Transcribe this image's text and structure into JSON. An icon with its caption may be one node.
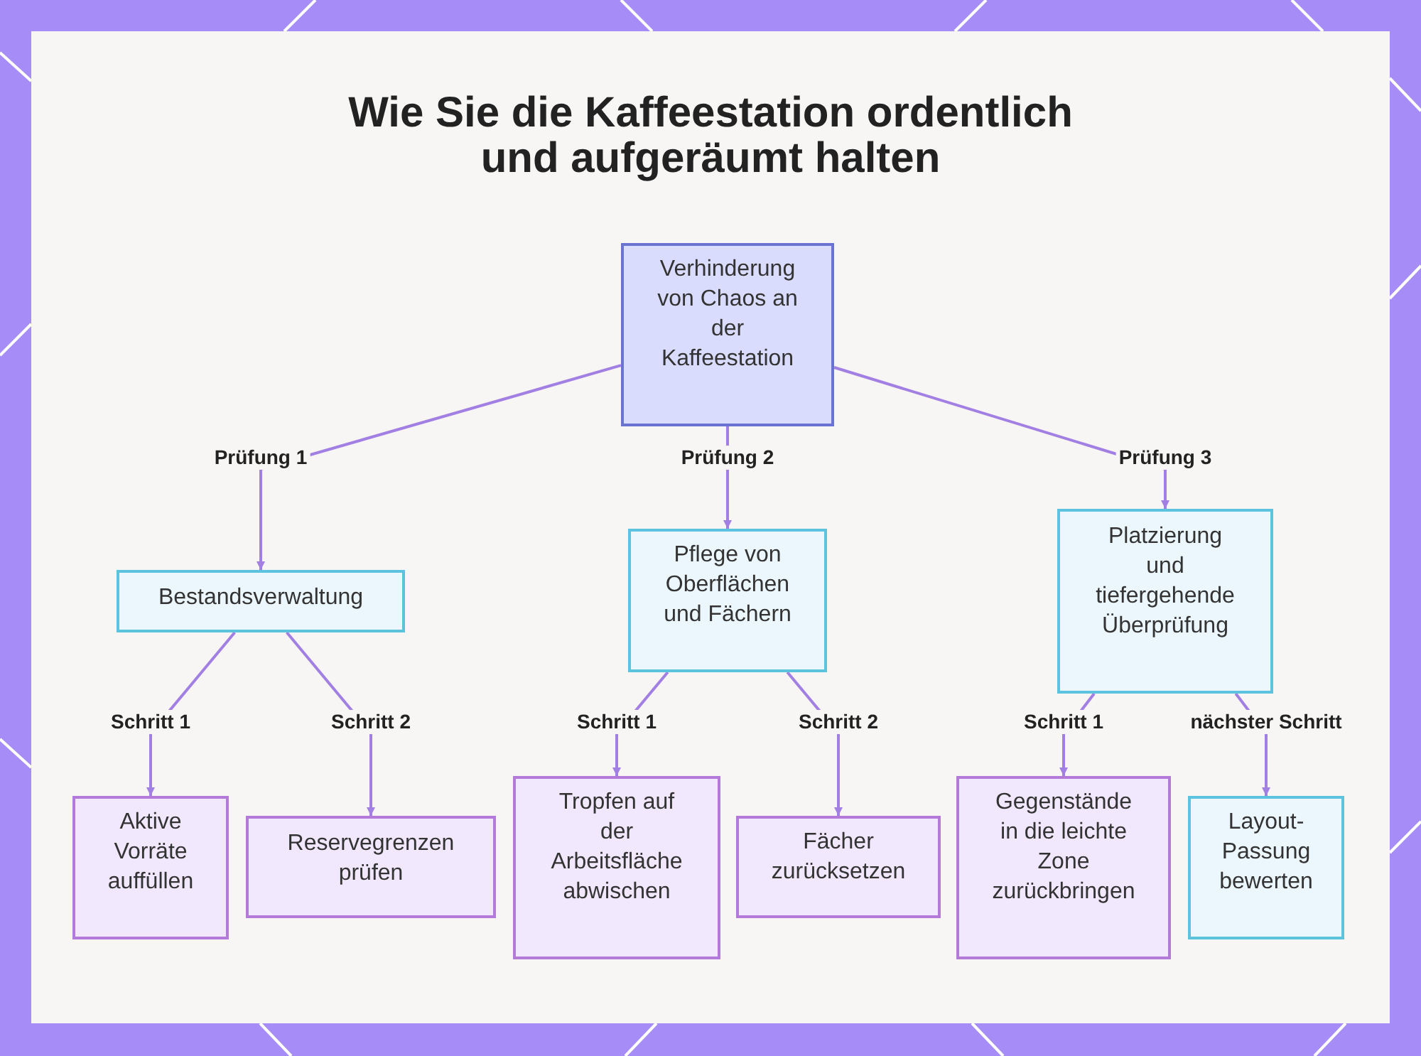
{
  "diagram": {
    "title": "Wie Sie die Kaffeestation ordentlich und aufgeräumt halten",
    "nodes": [
      {
        "text": [
          "Verhinderung von Chaos an der Kaffeestation"
        ]
      },
      {
        "text": [
          "Bestandsverwaltung"
        ]
      },
      {
        "text": [
          "Pflege von Oberflächen und Fächern"
        ]
      },
      {
        "text": [
          "Platzierung und tiefergehende Überprüfung"
        ]
      },
      {
        "text": [
          "Aktive Vorräte auffüllen"
        ]
      },
      {
        "text": [
          "Reservegrenzen prüfen"
        ]
      },
      {
        "text": [
          "Tropfen auf der Arbeitsfläche abwischen"
        ]
      },
      {
        "text": [
          "Fächer zurücksetzen"
        ]
      },
      {
        "text": [
          "Gegenstände in die leichte Zone zurückbringen"
        ]
      },
      {
        "text": [
          "Layout-Passung bewerten"
        ]
      }
    ],
    "edges": [
      {
        "from": 0,
        "to": 1,
        "arrow": "to",
        "label": "Prüfung 1"
      },
      {
        "from": 0,
        "to": 2,
        "arrow": "to",
        "label": "Prüfung 2"
      },
      {
        "from": 0,
        "to": 3,
        "arrow": "to",
        "label": "Prüfung 3"
      },
      {
        "from": 1,
        "to": 4,
        "arrow": "to",
        "label": "Schritt 1"
      },
      {
        "from": 1,
        "to": 5,
        "arrow": "to",
        "label": "Schritt 2"
      },
      {
        "from": 2,
        "to": 6,
        "arrow": "to",
        "label": "Schritt 1"
      },
      {
        "from": 2,
        "to": 7,
        "arrow": "to",
        "label": "Schritt 2"
      },
      {
        "from": 3,
        "to": 8,
        "arrow": "to",
        "label": "Schritt 1"
      },
      {
        "from": 3,
        "to": 9,
        "arrow": "to",
        "label": "nächster Schritt"
      }
    ]
  }
}
